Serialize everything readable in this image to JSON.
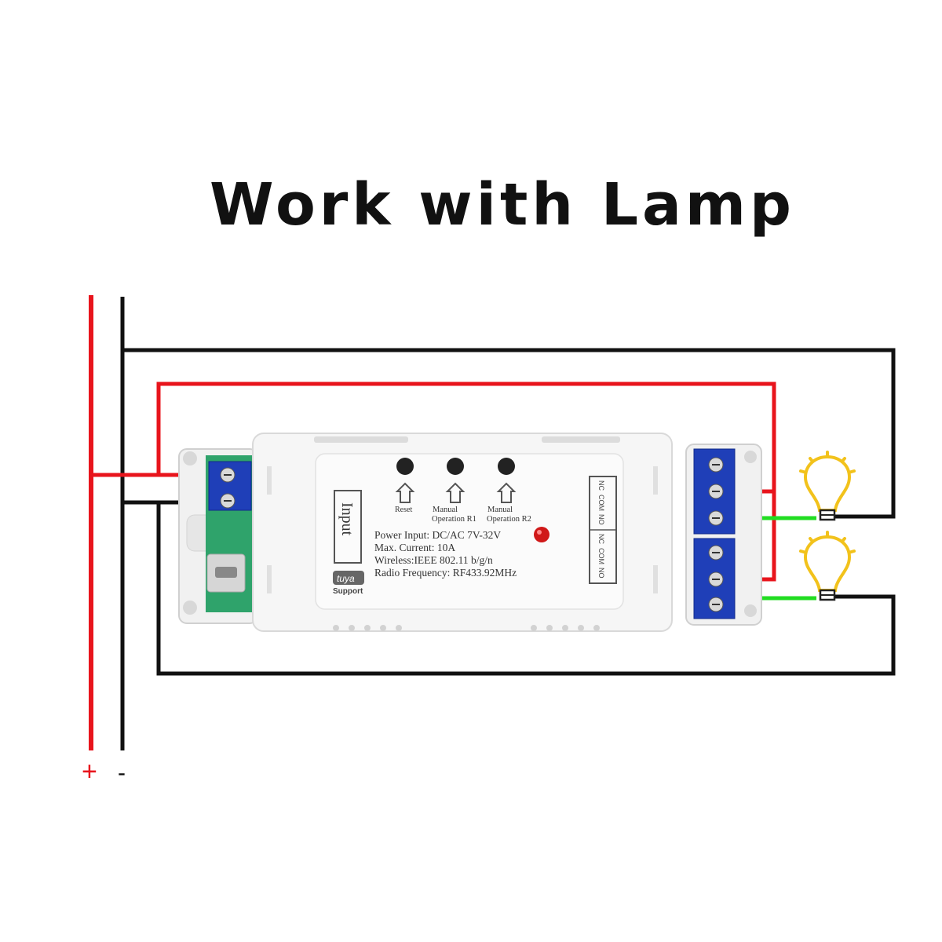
{
  "title": "Work with Lamp",
  "polarity": {
    "plus": "+",
    "minus": "-"
  },
  "buttons": {
    "reset": "Reset",
    "manual_r1_line1": "Manual",
    "manual_r1_line2": "Operation R1",
    "manual_r2_line1": "Manual",
    "manual_r2_line2": "Operation R2"
  },
  "input_label": "Input",
  "specs": {
    "power_input": "Power Input:  DC/AC 7V-32V",
    "max_current": "Max. Current:  10A",
    "wireless": "Wireless:IEEE 802.11 b/g/n",
    "radio": "Radio Frequency:  RF433.92MHz"
  },
  "brand": {
    "logo": "tuya",
    "support": "Support"
  },
  "relay_terminals": [
    "NC",
    "COM",
    "NO",
    "NC",
    "COM",
    "NO"
  ],
  "colors": {
    "positive_wire": "#e8141c",
    "negative_wire": "#111111",
    "load_wire": "#22dd22",
    "terminal_block": "#1f3fb8",
    "bulb": "#f2c21b",
    "led": "#d01818"
  },
  "icons": [
    "lamp-icon",
    "arrow-up-icon",
    "micro-usb-port"
  ]
}
